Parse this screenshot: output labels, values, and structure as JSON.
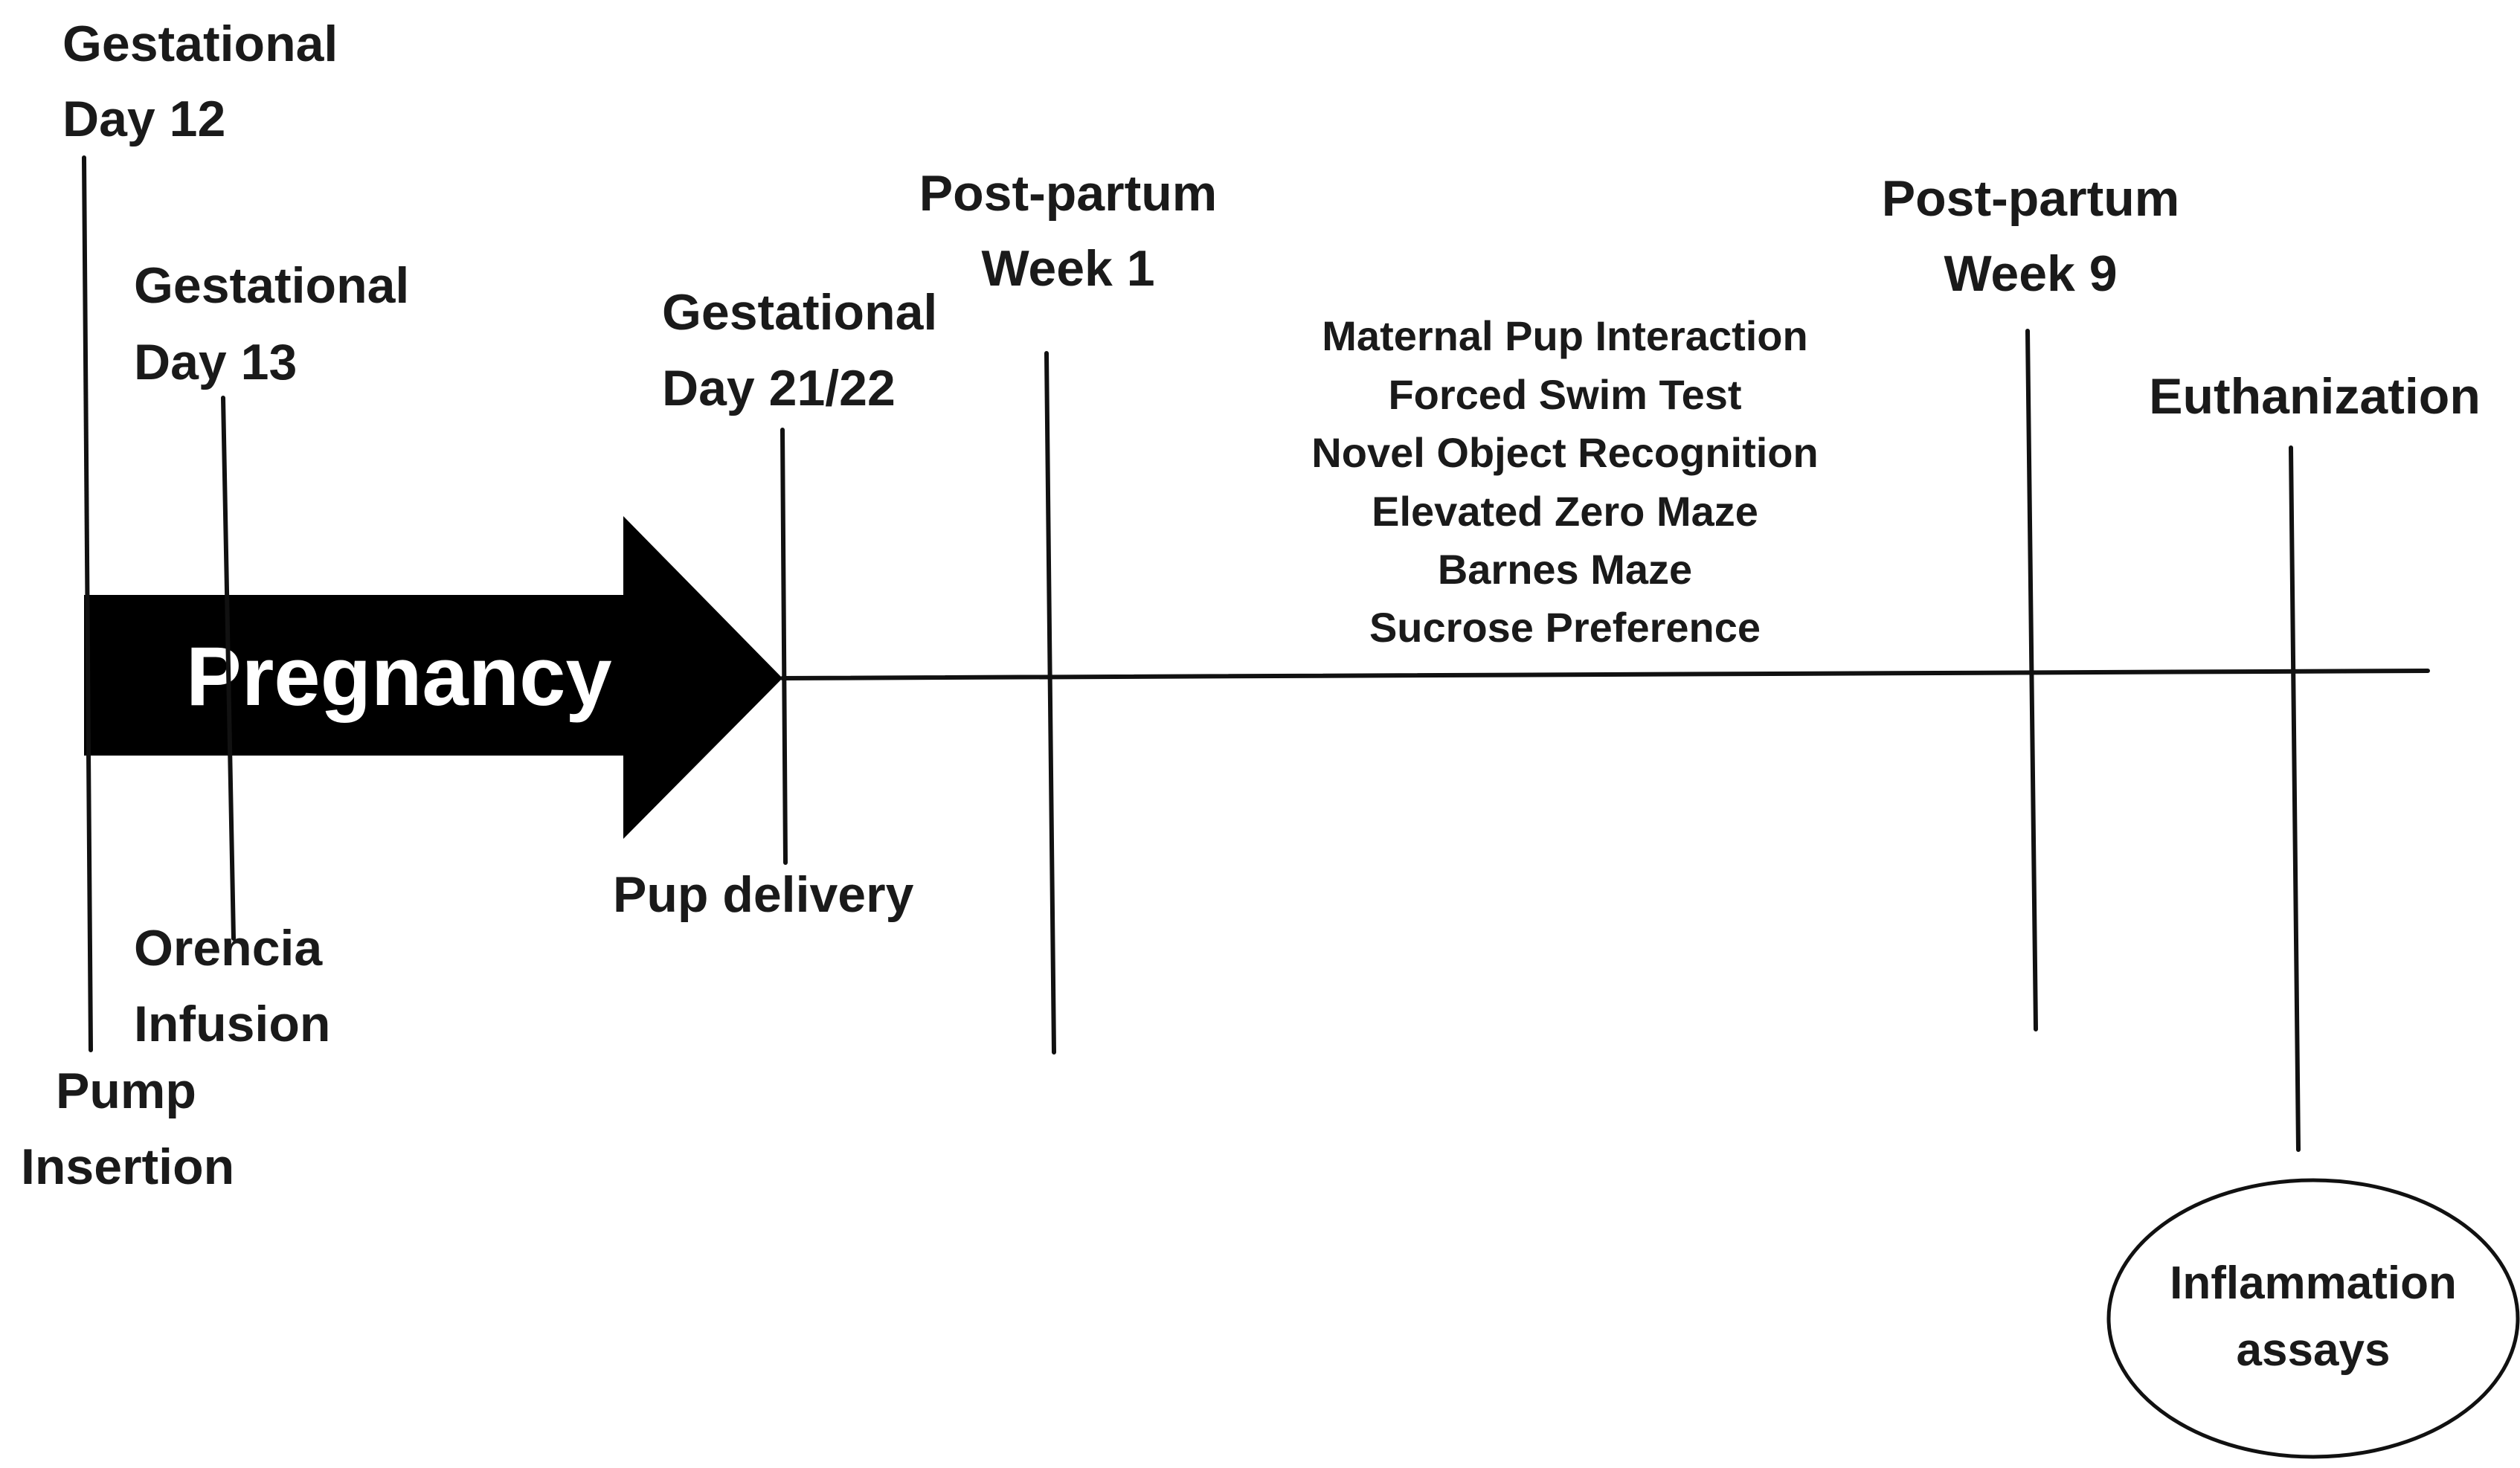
{
  "events": {
    "gd12": {
      "line1": "Gestational",
      "line2": "Day 12"
    },
    "gd13": {
      "line1": "Gestational",
      "line2": "Day 13"
    },
    "gd21": {
      "line1": "Gestational",
      "line2": "Day 21/22"
    },
    "ppw1": {
      "line1": "Post-partum",
      "line2": "Week 1"
    },
    "ppw9": {
      "line1": "Post-partum",
      "line2": "Week 9"
    },
    "euth": {
      "label": "Euthanization"
    }
  },
  "below": {
    "pump": {
      "line1": "Pump",
      "line2": "Insertion"
    },
    "orencia": {
      "line1": "Orencia",
      "line2": "Infusion"
    },
    "pup": {
      "label": "Pup delivery"
    }
  },
  "arrow": {
    "label": "Pregnancy"
  },
  "behavioral_tests": [
    "Maternal Pup Interaction",
    "Forced Swim Test",
    "Novel Object Recognition",
    "Elevated Zero Maze",
    "Barnes Maze",
    "Sucrose Preference"
  ],
  "assays": {
    "line1": "Inflammation",
    "line2": "assays"
  },
  "colors": {
    "arrow": "#000000",
    "ink": "#1a1a1a"
  }
}
